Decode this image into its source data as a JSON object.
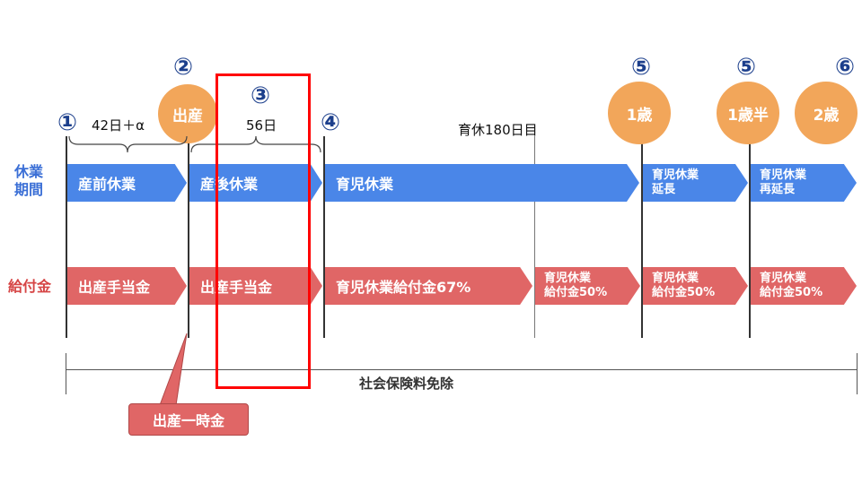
{
  "markers": {
    "m1": "①",
    "m2": "②",
    "m3": "③",
    "m4": "④",
    "m5a": "⑤",
    "m5b": "⑤",
    "m6": "⑥"
  },
  "circles": {
    "birth": "出産",
    "age1": "1歳",
    "age1half": "1歳半",
    "age2": "2歳"
  },
  "notes": {
    "pre_days": "42日＋α",
    "post_days": "56日",
    "day180": "育休180日目"
  },
  "row_labels": {
    "leave_period": "休業\n期間",
    "benefit": "給付金"
  },
  "leave_row": {
    "prenatal": "産前休業",
    "postnatal": "産後休業",
    "childcare": "育児休業",
    "extension_line1": "育児休業",
    "extension_line2": "延長",
    "re_extension_line1": "育児休業",
    "re_extension_line2": "再延長"
  },
  "benefit_row": {
    "maternity1": "出産手当金",
    "maternity2": "出産手当金",
    "childcare67": "育児休業給付金67%",
    "seg50a_line1": "育児休業",
    "seg50a_line2": "給付金50%",
    "seg50b_line1": "育児休業",
    "seg50b_line2": "給付金50%",
    "seg50c_line1": "育児休業",
    "seg50c_line2": "給付金50%"
  },
  "social_insurance": "社会保険料免除",
  "lump_sum": "出産一時金",
  "colors": {
    "blue": "#4a86e8",
    "red": "#e06666",
    "orange": "#f2a65a",
    "marker": "#1c3f8c",
    "highlight": "#ff0000"
  }
}
